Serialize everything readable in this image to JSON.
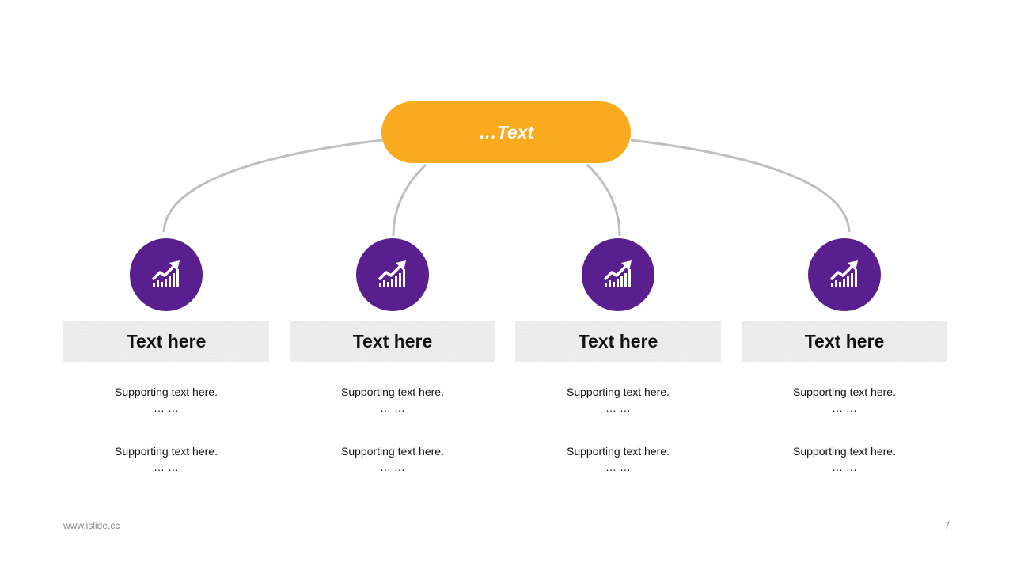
{
  "slide": {
    "hub_label": "…Text",
    "colors": {
      "hub": "#f9aa1e",
      "icon_circle": "#5a1f8f",
      "connector": "#bfbfbf",
      "rule": "#a6a6a6"
    },
    "icon": "trending-up-chart-icon",
    "cards": [
      {
        "title": "Text here",
        "support1": "Supporting text here.",
        "ellipsis1": "… …",
        "support2": "Supporting text here.",
        "ellipsis2": "… …"
      },
      {
        "title": "Text here",
        "support1": "Supporting text here.",
        "ellipsis1": "… …",
        "support2": "Supporting text here.",
        "ellipsis2": "… …"
      },
      {
        "title": "Text here",
        "support1": "Supporting text here.",
        "ellipsis1": "… …",
        "support2": "Supporting text here.",
        "ellipsis2": "… …"
      },
      {
        "title": "Text here",
        "support1": "Supporting text here.",
        "ellipsis1": "… …",
        "support2": "Supporting text here.",
        "ellipsis2": "… …"
      }
    ]
  },
  "footer": {
    "url": "www.islide.cc",
    "page_number": "7"
  }
}
